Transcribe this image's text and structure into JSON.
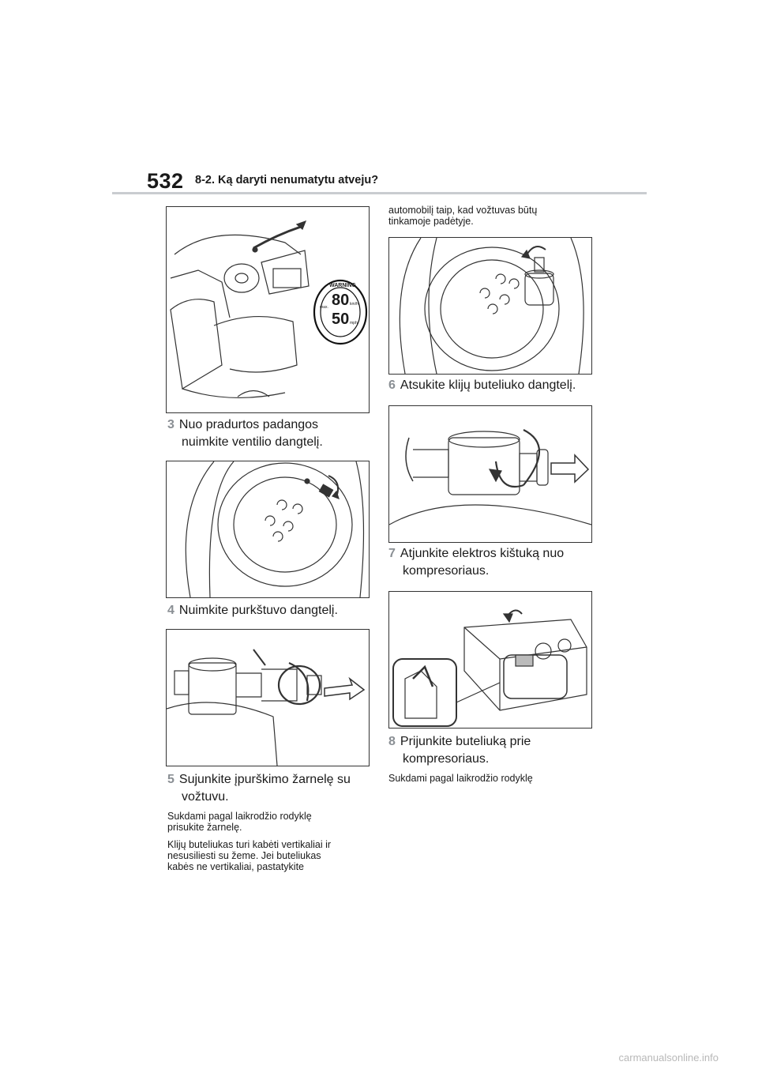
{
  "header": {
    "page_number": "532",
    "section_title": "8-2. Ką daryti nenumatytu atveju?"
  },
  "figure1": {
    "warning_label": {
      "word": "WARNING",
      "speed_top": "80",
      "speed_bottom": "50",
      "max": "max.",
      "kmh": "km/h",
      "mph": "mph"
    }
  },
  "steps": {
    "s3": {
      "num": "3",
      "line1": "Nuo pradurtos padangos",
      "line2": "nuimkite ventilio dangtelį."
    },
    "s4": {
      "num": "4",
      "line1": "Nuimkite purkštuvo dangtelį."
    },
    "s5": {
      "num": "5",
      "line1": "Sujunkite įpurškimo žarnelę su",
      "line2": "vožtuvu."
    },
    "s6": {
      "num": "6",
      "line1": "Atsukite klijų buteliuko dangtelį."
    },
    "s7": {
      "num": "7",
      "line1": "Atjunkite elektros kištuką nuo",
      "line2": "kompresoriaus."
    },
    "s8": {
      "num": "8",
      "line1": "Prijunkite buteliuką prie",
      "line2": "kompresoriaus."
    }
  },
  "notes": {
    "s5_note1_l1": "Sukdami pagal laikrodžio rodyklę",
    "s5_note1_l2": "prisukite žarnelę.",
    "s5_note2_l1": "Klijų buteliukas turi kabėti vertikaliai ir",
    "s5_note2_l2": "nesusiliesti su žeme. Jei buteliukas",
    "s5_note2_l3": "kabės ne vertikaliai, pastatykite",
    "cont_l1": "automobilį taip, kad vožtuvas būtų",
    "cont_l2": "tinkamoje padėtyje.",
    "s8_note1": "Sukdami pagal laikrodžio rodyklę"
  },
  "footer": {
    "watermark": "carmanualsonline.info"
  }
}
